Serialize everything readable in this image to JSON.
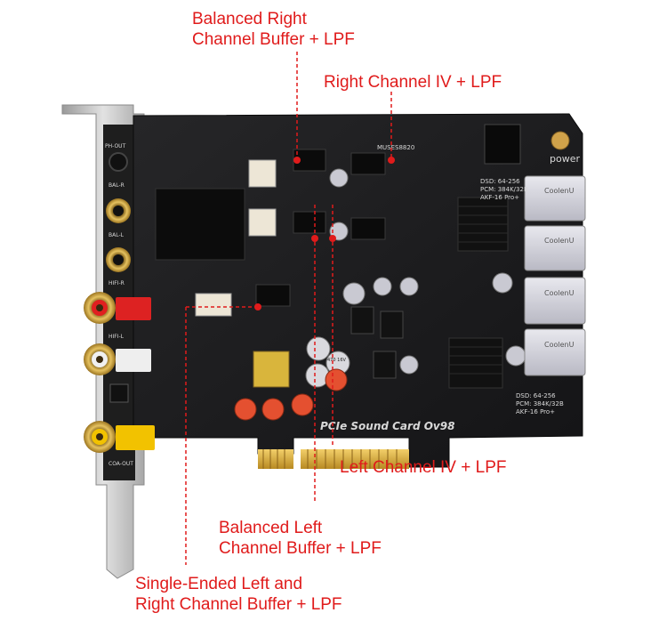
{
  "callouts": {
    "balanced_right": {
      "line1": "Balanced Right",
      "line2": "Channel Buffer + LPF"
    },
    "right_iv": {
      "line1": "Right Channel IV + LPF"
    },
    "left_iv": {
      "line1": "Left Channel IV + LPF"
    },
    "balanced_left": {
      "line1": "Balanced Left",
      "line2": "Channel Buffer + LPF"
    },
    "single_ended": {
      "line1": "Single-Ended Left and",
      "line2": "Right Channel Buffer + LPF"
    }
  },
  "board_labels": {
    "model": "PCIe Sound Card Ov98",
    "power": "power",
    "opamp_chip": "MUSES8820",
    "spec_top_1": "DSD: 64-256",
    "spec_top_2": "PCM: 384K/32B",
    "spec_top_3": "AKF-16 Pro+",
    "spec_bottom_1": "DSD: 64-256",
    "spec_bottom_2": "PCM: 384K/32B",
    "spec_bottom_3": "AKF-16 Pro+",
    "relay_brand": "CoolenU",
    "bracket_ph": "PH-OUT",
    "bracket_balr": "BAL-R",
    "bracket_ball": "BAL-L",
    "bracket_hifir": "HIFI-R",
    "bracket_hifil": "HIFI-L",
    "bracket_coax": "COA-OUT",
    "cap_label": "470 16V"
  },
  "colors": {
    "annotation": "#e01b1b",
    "pcb": "#1c1c1e",
    "bracket": "#c9c9c9",
    "gold_pins": "#d7a83a"
  }
}
